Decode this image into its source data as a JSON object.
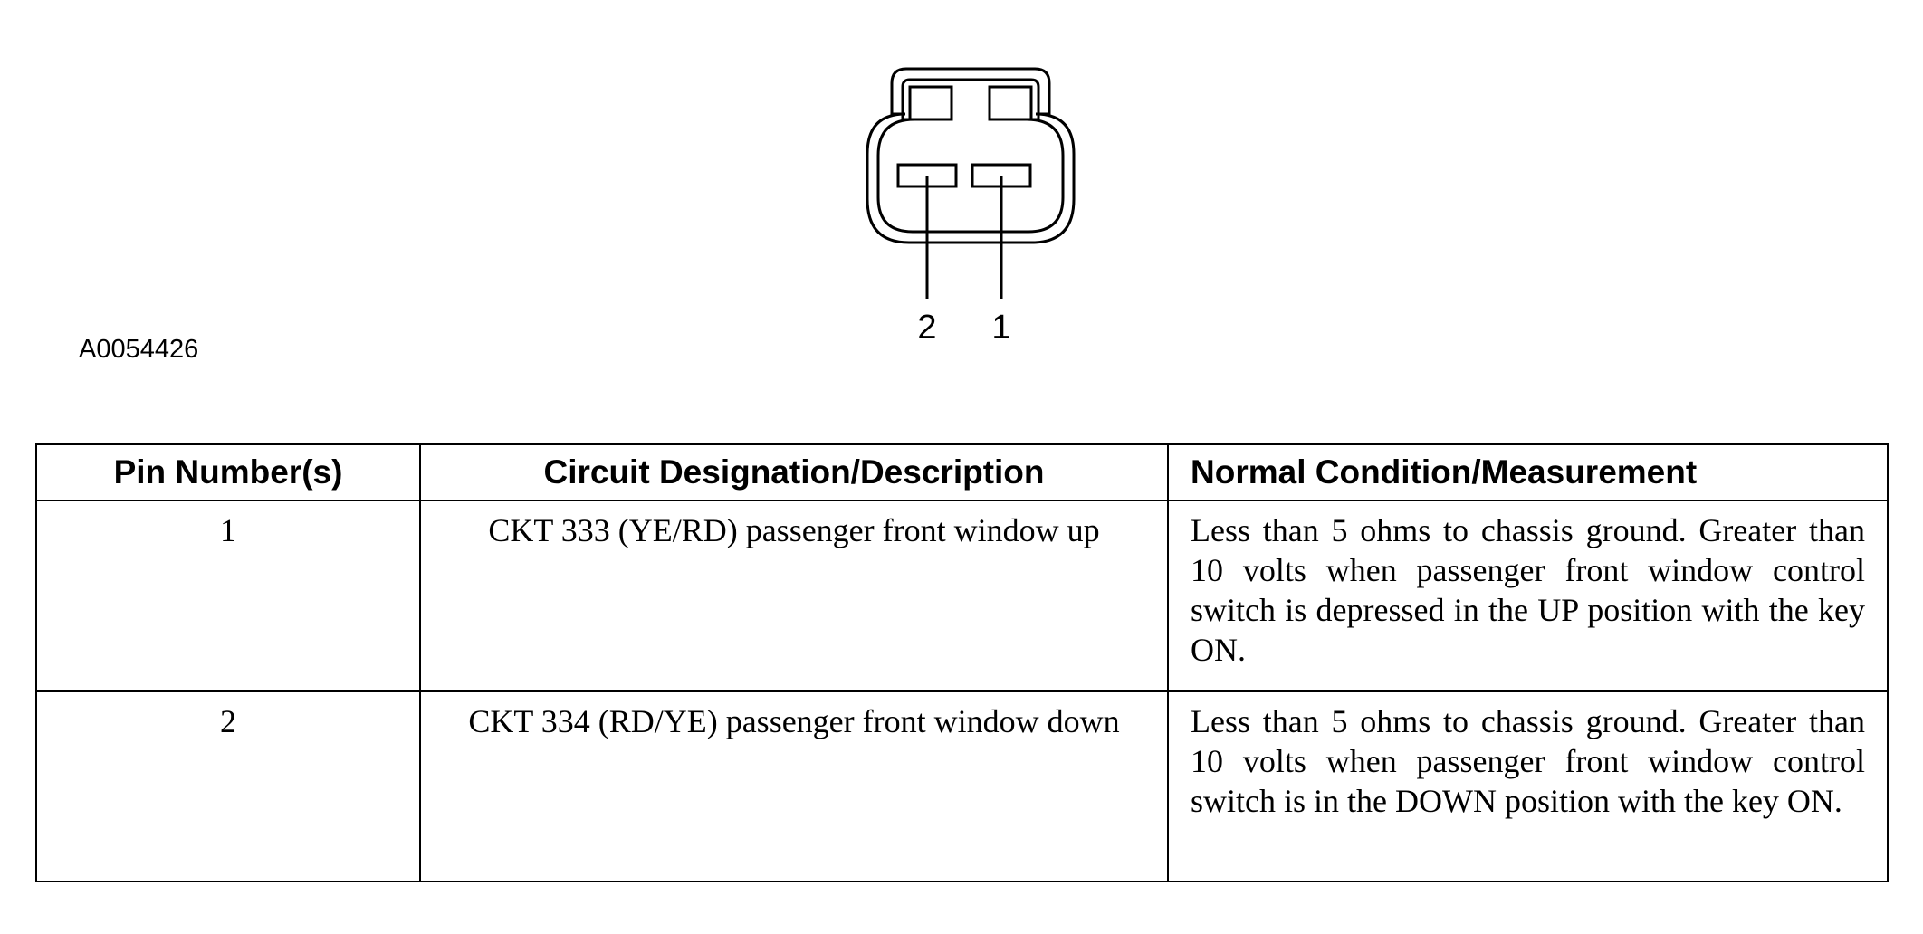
{
  "figure": {
    "id": "A0054426",
    "pin_labels": [
      "2",
      "1"
    ]
  },
  "table": {
    "headers": {
      "pin": "Pin Number(s)",
      "circuit": "Circuit Designation/Description",
      "measurement": "Normal Condition/Measurement"
    },
    "rows": [
      {
        "pin": "1",
        "circuit": "CKT 333 (YE/RD) passenger front window up",
        "measurement": "Less than 5 ohms to chassis ground. Greater than 10 volts when passenger front window control switch is depressed in the UP position with the key ON."
      },
      {
        "pin": "2",
        "circuit": "CKT 334 (RD/YE) passenger front window down",
        "measurement": "Less than 5 ohms to chassis ground. Greater than 10 volts when passenger front window control switch is in the DOWN position with the key ON."
      }
    ]
  }
}
